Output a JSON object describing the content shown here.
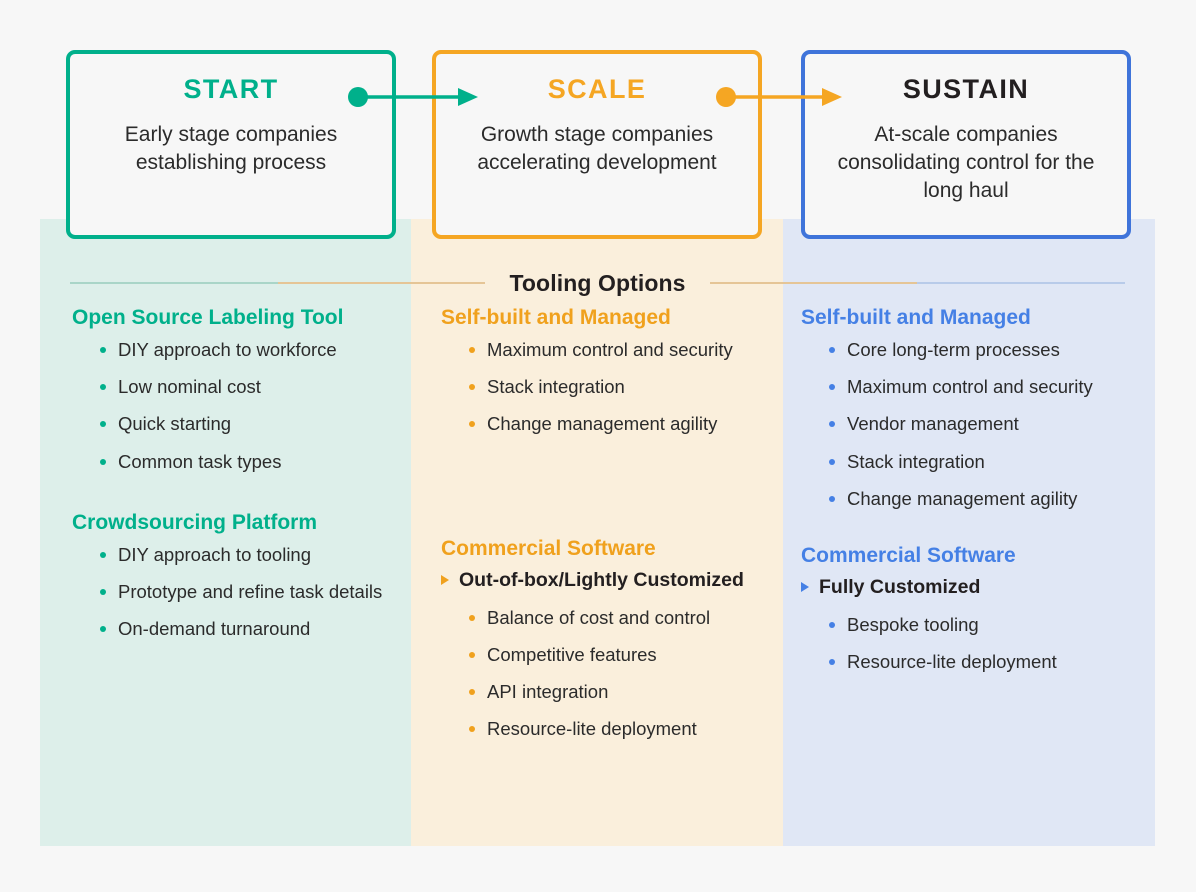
{
  "stages": [
    {
      "name": "START",
      "description": "Early stage companies establishing process",
      "color": "#00b08b"
    },
    {
      "name": "SCALE",
      "description": "Growth stage companies accelerating development",
      "color": "#f5a623"
    },
    {
      "name": "SUSTAIN",
      "description": "At-scale companies consolidating control for the long haul",
      "color": "#3f74da"
    }
  ],
  "connectors": [
    {
      "from": "START",
      "to": "SCALE",
      "color": "#00b08b",
      "icon": "arrow-right-icon"
    },
    {
      "from": "SCALE",
      "to": "SUSTAIN",
      "color": "#f5a623",
      "icon": "arrow-right-icon"
    }
  ],
  "tooling_heading": "Tooling Options",
  "columns": [
    {
      "stage": "START",
      "accent": "#00b08b",
      "background": "#ddefea",
      "rule_color": "#a9d5c8",
      "groups": [
        {
          "title": "Open Source Labeling Tool",
          "items": [
            "DIY approach to workforce",
            "Low nominal cost",
            "Quick starting",
            "Common task types"
          ]
        },
        {
          "title": "Crowdsourcing Platform",
          "items": [
            "DIY approach to tooling",
            "Prototype and refine task details",
            "On-demand turnaround"
          ]
        }
      ]
    },
    {
      "stage": "SCALE",
      "accent": "#f0a11d",
      "background": "#faefdc",
      "rule_color": "#e5c596",
      "groups": [
        {
          "title": "Self-built and Managed",
          "items": [
            "Maximum control and security",
            "Stack integration",
            "Change management agility"
          ]
        },
        {
          "title": "Commercial Software",
          "subhead": "Out-of-box/Lightly Customized",
          "items": [
            "Balance of cost and control",
            "Competitive features",
            "API integration",
            "Resource-lite deployment"
          ]
        }
      ]
    },
    {
      "stage": "SUSTAIN",
      "accent": "#4580e5",
      "background": "#e0e7f5",
      "rule_color": "#b8cbe9",
      "groups": [
        {
          "title": "Self-built and Managed",
          "items": [
            "Core long-term processes",
            "Maximum control and security",
            "Vendor management",
            "Stack integration",
            "Change management agility"
          ]
        },
        {
          "title": "Commercial Software",
          "subhead": "Fully Customized",
          "items": [
            "Bespoke tooling",
            "Resource-lite deployment"
          ]
        }
      ]
    }
  ]
}
